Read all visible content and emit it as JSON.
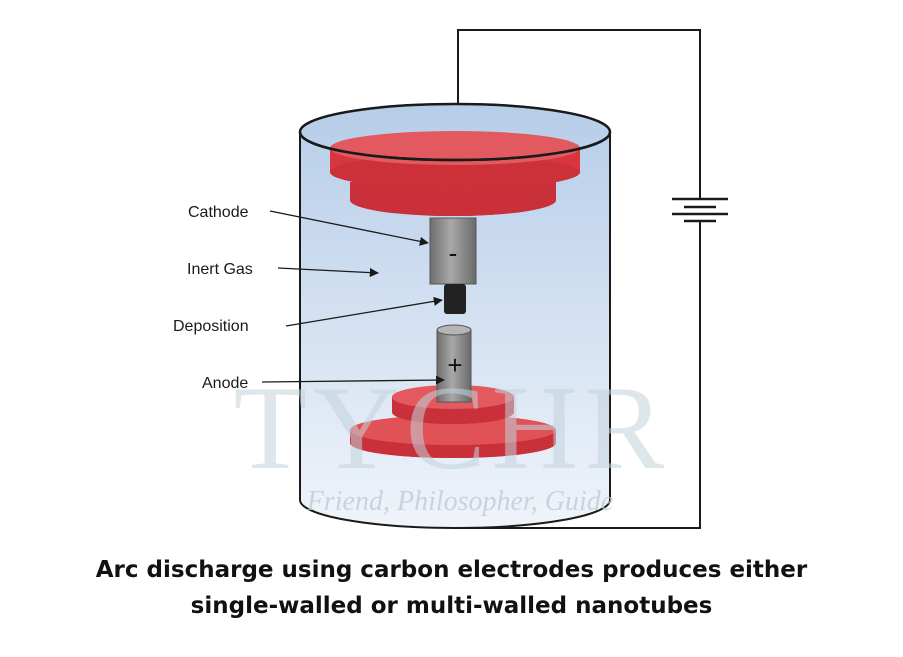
{
  "labels": {
    "cathode": "Cathode",
    "inert_gas": "Inert Gas",
    "deposition": "Deposition",
    "anode": "Anode"
  },
  "signs": {
    "minus": "-",
    "plus": "+"
  },
  "watermark": {
    "logo": "TYCHR",
    "tagline": "Friend, Philosopher, Guide"
  },
  "caption": {
    "line1": "Arc discharge using carbon electrodes produces either",
    "line2": "single-walled or multi-walled nanotubes"
  },
  "colors": {
    "disc": "#d9363b",
    "disc_dark": "#b82a30",
    "gas_top": "#b9d0ea",
    "gas_bottom": "#eef3fa",
    "electrode": "#8a8a8a",
    "deposit": "#222222",
    "wire": "#1a1a1a"
  }
}
